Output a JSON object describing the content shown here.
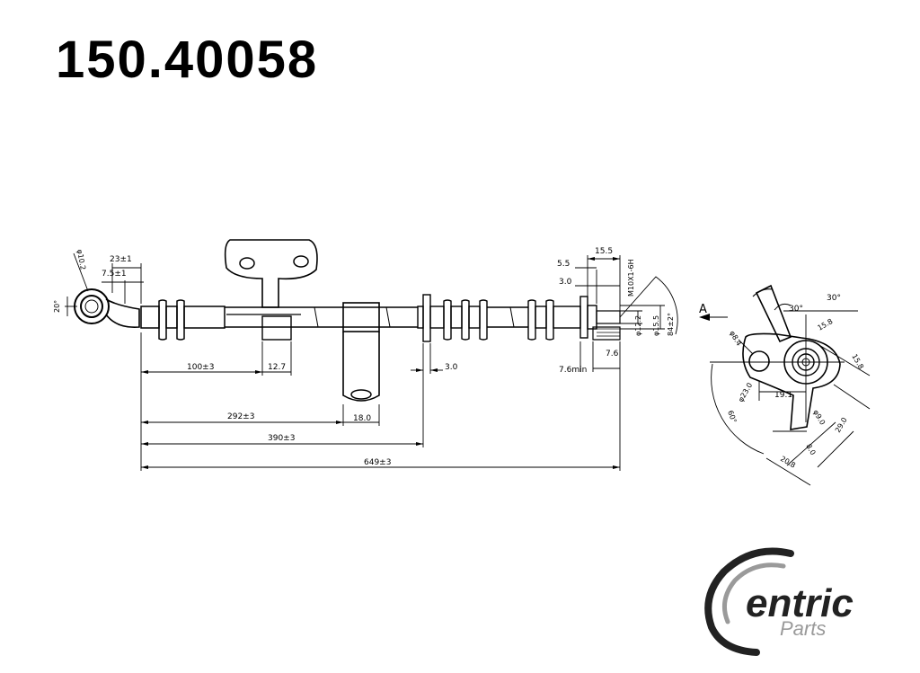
{
  "title": "150.40058",
  "brand": {
    "name_main": "entric",
    "name_sub": "Parts",
    "colors": {
      "dark": "#222222",
      "gray": "#9a9a9a"
    }
  },
  "view_label": "A",
  "dimensions": {
    "banjo_dia": "φ10.2",
    "banjo_angle": "20°",
    "d_23": "23±1",
    "d_7_5": "7.5±1",
    "d_100": "100±3",
    "d_12_7": "12.7",
    "d_18": "18.0",
    "d_292": "292±3",
    "d_390": "390±3",
    "d_649": "649±3",
    "d_3_0a": "3.0",
    "d_5_5": "5.5",
    "d_15_5a": "15.5",
    "d_3_0b": "3.0",
    "thread": "M10X1-6H",
    "d_12_2": "φ12.2",
    "d_15_5b": "φ15.5",
    "d_84": "84±2°",
    "d_7_6": "7.6",
    "d_7_6min": "7.6min",
    "bracket_dia_8": "φ8.4",
    "bracket_30a": "30°",
    "bracket_30b": "30°",
    "bracket_15_8a": "15.8",
    "bracket_15_8b": "15.8",
    "bracket_23": "φ23.0",
    "bracket_19_1": "19.1",
    "bracket_60": "60°",
    "bracket_9": "φ9.0",
    "bracket_29": "29.0",
    "bracket_8": "8.0",
    "bracket_20_8": "20.8"
  }
}
